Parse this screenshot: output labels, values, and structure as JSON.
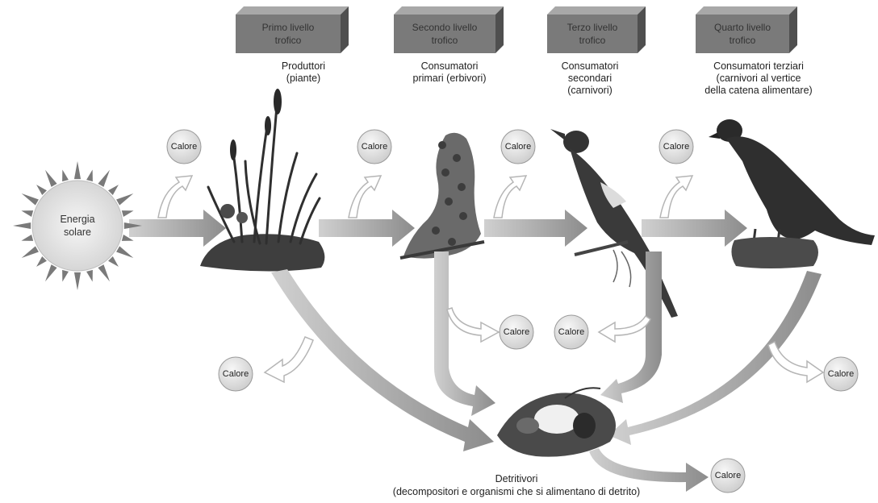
{
  "levels": [
    {
      "box": [
        "Primo livello",
        "trofico"
      ],
      "caption": [
        "Produttori",
        "(piante)"
      ]
    },
    {
      "box": [
        "Secondo livello",
        "trofico"
      ],
      "caption": [
        "Consumatori",
        "primari (erbivori)"
      ]
    },
    {
      "box": [
        "Terzo livello",
        "trofico"
      ],
      "caption": [
        "Consumatori",
        "secondari",
        "(carnivori)"
      ]
    },
    {
      "box": [
        "Quarto livello",
        "trofico"
      ],
      "caption": [
        "Consumatori terziari",
        "(carnivori al vertice",
        "della catena alimentare)"
      ]
    }
  ],
  "sun_label": [
    "Energia",
    "solare"
  ],
  "heat_label": "Calore",
  "detritivores_label": [
    "Detritivori",
    "(decompositori e organismi che si alimentano di detrito)"
  ],
  "colors": {
    "box_front": "#7a7a7a",
    "box_top": "#a8a8a8",
    "box_side": "#4f4f4f",
    "arrow": "#9a9a9a",
    "heat_circle": "#e6e6e6",
    "sun": "#e9e9e9"
  }
}
